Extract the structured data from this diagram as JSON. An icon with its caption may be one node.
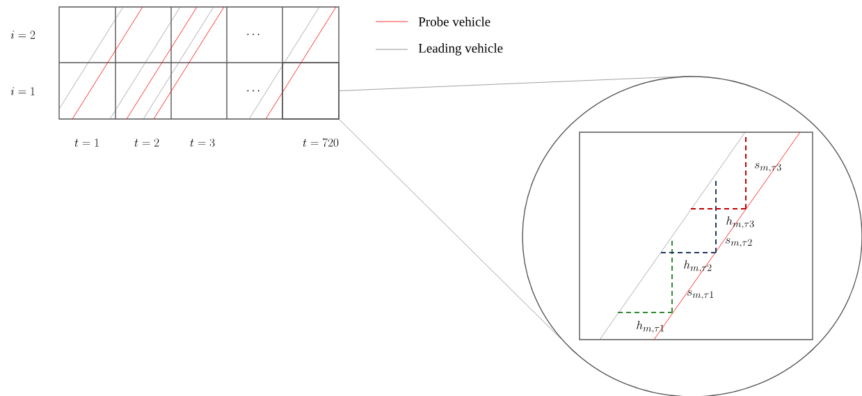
{
  "diagram": {
    "nodes": [
      {
        "text": [],
        "shape": "box"
      },
      {
        "text": [],
        "shape": "circle"
      }
    ],
    "edges": [
      {
        "from": 0,
        "to": 1,
        "arrow": "none"
      },
      {
        "from": 0,
        "to": 1,
        "arrow": "none"
      }
    ],
    "labels": [
      "i = 2",
      "\\cdots",
      "i = 1",
      "\\cdots",
      "t = 1",
      "t = 2",
      "t = 3",
      "t = 720",
      "s_{m,\\tau 3}",
      "h_{m,\\tau 3}",
      "s_{m,\\tau 2}",
      "h_{m,\\tau 2}",
      "s_{m,\\tau 1}",
      "h_{m,\\tau 1}"
    ],
    "legend": [
      {
        "text": "Probe vehicle"
      },
      {
        "text": "Leading vehicle"
      }
    ]
  }
}
